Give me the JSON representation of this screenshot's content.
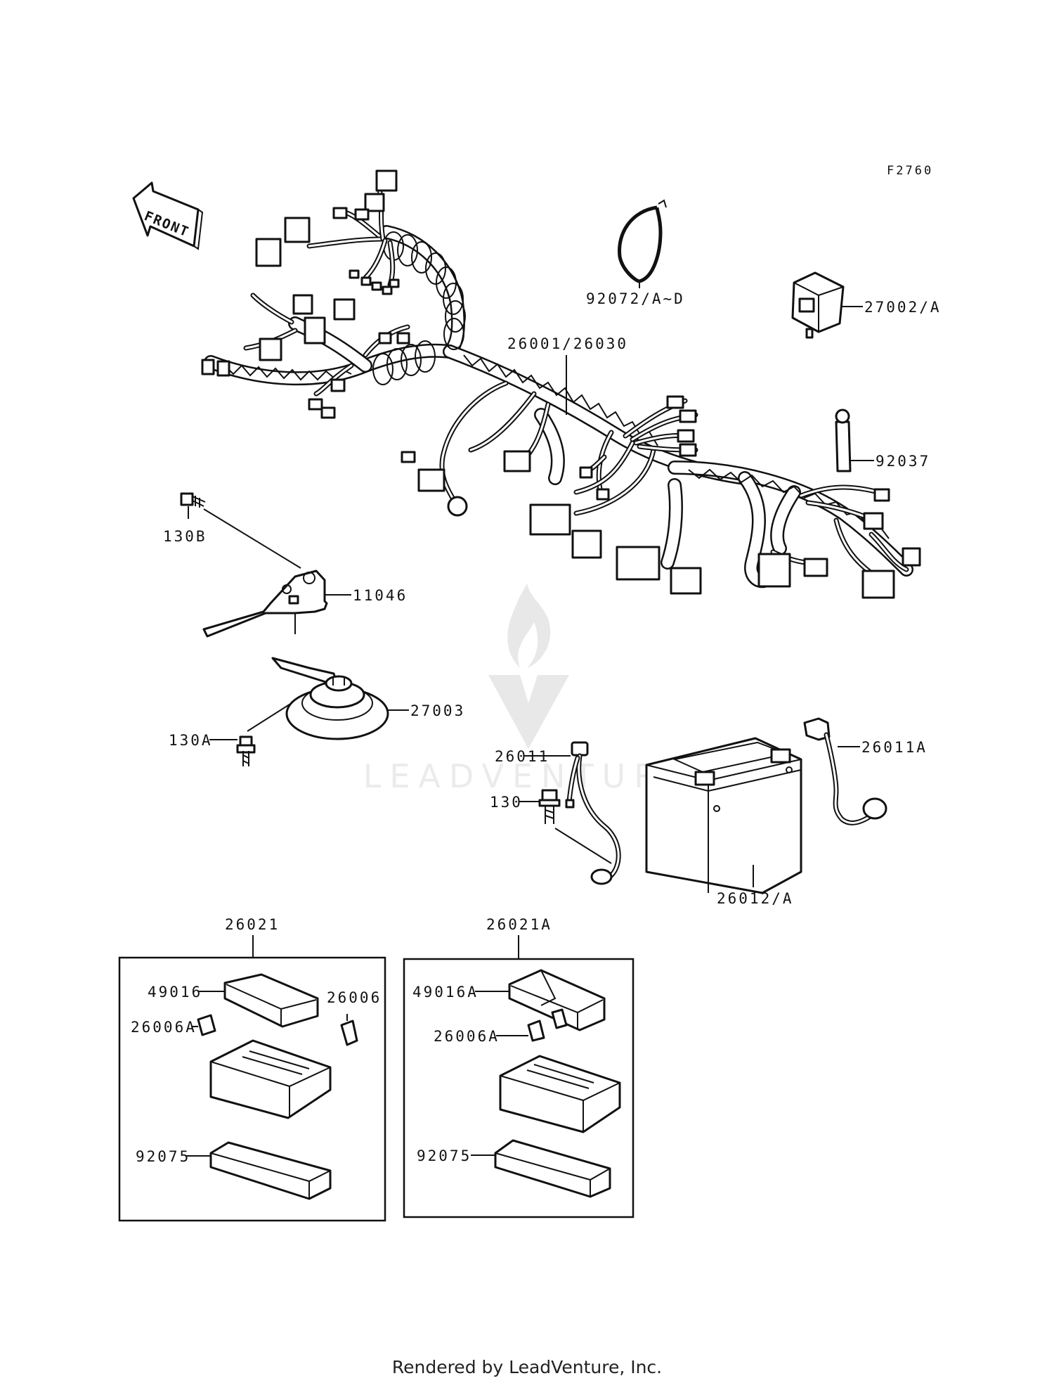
{
  "diagram": {
    "figure_code": "F2760",
    "front_arrow": "FRONT",
    "labels": {
      "band": "92072/A~D",
      "relay": "27002/A",
      "harness": "26001/26030",
      "boot": "92037",
      "bolt_b": "130B",
      "bracket": "11046",
      "horn": "27003",
      "bolt_a": "130A",
      "lead": "26011",
      "bolt": "130",
      "cable": "26011A",
      "battery": "26012/A",
      "box1": "26021",
      "box2": "26021A",
      "cover1": "49016",
      "fuse1": "26006",
      "fuse1a": "26006A",
      "case1": "92075",
      "cover2": "49016A",
      "fuse2a": "26006A",
      "case2": "92075"
    }
  },
  "watermark": "LEADVENTURE",
  "footer": "Rendered by LeadVenture, Inc."
}
